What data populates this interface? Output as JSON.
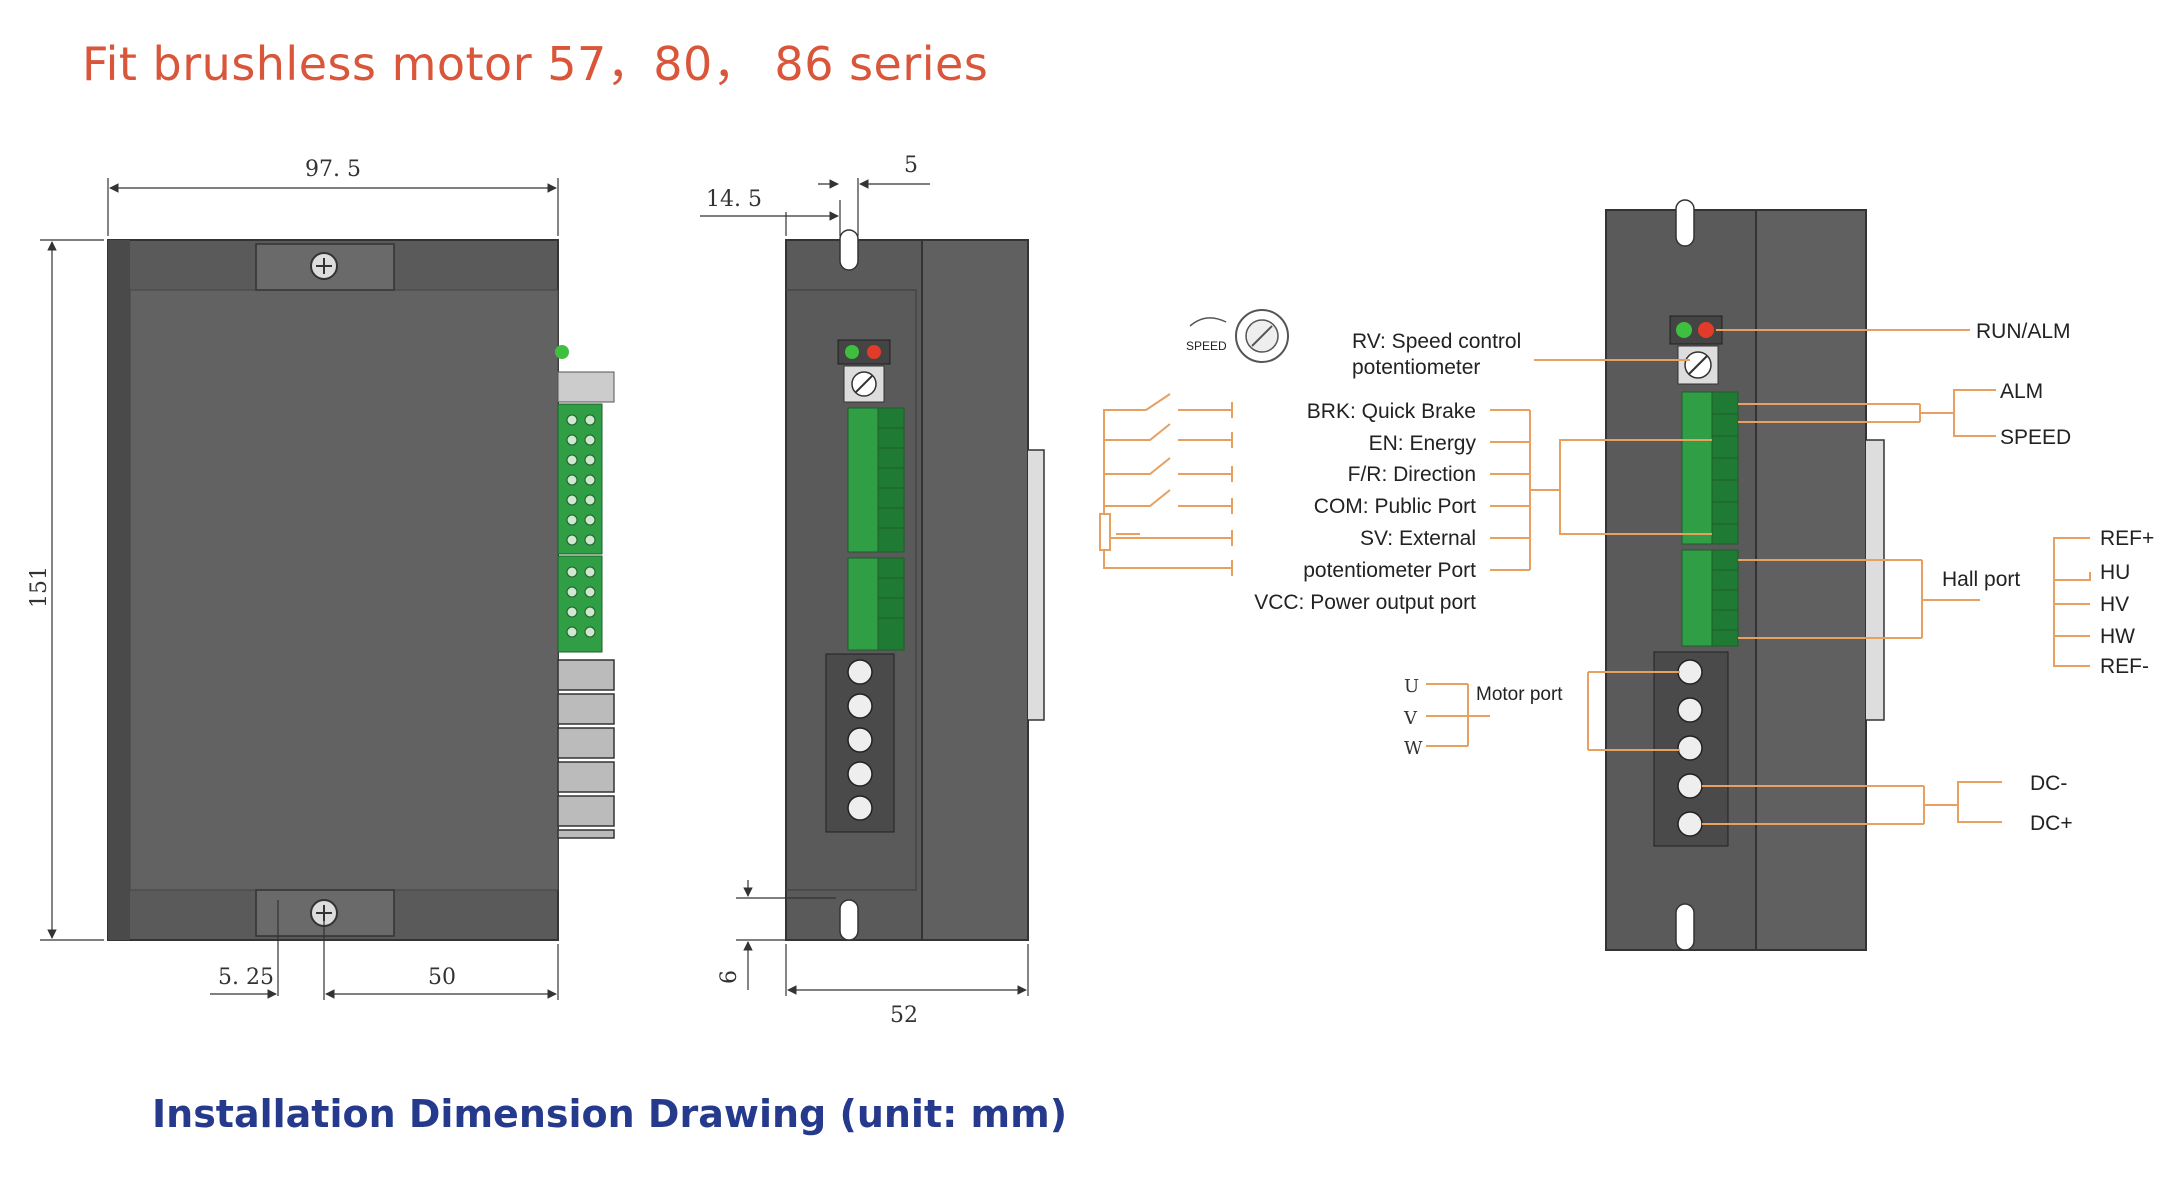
{
  "title": "Fit brushless motor 57，80， 86 series",
  "caption": "Installation Dimension Drawing (unit: mm)",
  "dimensions": {
    "width": "97. 5",
    "height": "151",
    "slot_offset": "14. 5",
    "slot_width": "5",
    "bottom_left": "5. 25",
    "bottom_span": "50",
    "depth": "52",
    "bottom_gap": "6"
  },
  "speed_icon_label": "SPEED",
  "left_labels": {
    "rv_line1": "RV: Speed control",
    "rv_line2": "potentiometer",
    "brk": "BRK: Quick Brake",
    "en": "EN: Energy",
    "fr": "F/R: Direction",
    "com": "COM: Public Port",
    "sv_line1": "SV: External",
    "sv_line2": "potentiometer Port",
    "vcc": "VCC: Power output port"
  },
  "motor": {
    "u": "U",
    "v": "V",
    "w": "W",
    "label": "Motor port"
  },
  "right_labels": {
    "run_alm": "RUN/ALM",
    "alm": "ALM",
    "speed": "SPEED",
    "hall_port": "Hall port",
    "ref_plus": "REF+",
    "hu": "HU",
    "hv": "HV",
    "hw": "HW",
    "ref_minus": "REF-",
    "dc_minus": "DC-",
    "dc_plus": "DC+"
  },
  "colors": {
    "title": "#d9563a",
    "caption": "#253a8c",
    "body": "#5a5a5a",
    "terminal_green": "#2f9e45",
    "leader_orange": "#e8a060",
    "led_green": "#3fbf3f",
    "led_red": "#e23b2a"
  }
}
